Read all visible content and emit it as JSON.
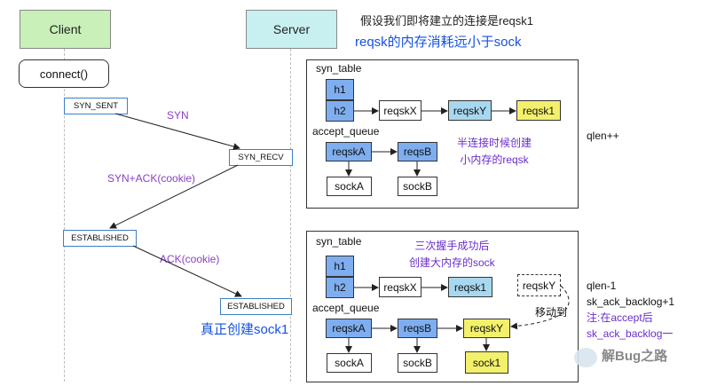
{
  "header": {
    "client": "Client",
    "server": "Server",
    "line1": "假设我们即将建立的连接是reqsk1",
    "line2": "reqsk的内存消耗远小于sock"
  },
  "client": {
    "connect": "connect()",
    "states": [
      "SYN_SENT",
      "ESTABLISHED"
    ]
  },
  "server": {
    "states": [
      "SYN_RECV",
      "ESTABLISHED"
    ],
    "caption": "真正创建sock1"
  },
  "messages": [
    "SYN",
    "SYN+ACK(cookie)",
    "ACK(cookie)"
  ],
  "panel1": {
    "syn_table": "syn_table",
    "accept_queue": "accept_queue",
    "h1": "h1",
    "h2": "h2",
    "chain": [
      "reqskX",
      "reqskY",
      "reqsk1"
    ],
    "queue": [
      "reqskA",
      "reqsB"
    ],
    "socks": [
      "sockA",
      "sockB"
    ],
    "note": [
      "半连接时候创建",
      "小内存的reqsk"
    ],
    "side": "qlen++"
  },
  "panel2": {
    "syn_table": "syn_table",
    "accept_queue": "accept_queue",
    "h1": "h1",
    "h2": "h2",
    "chain": [
      "reqskX",
      "reqsk1"
    ],
    "moved": "reqskY",
    "move_label": "移动到",
    "queue": [
      "reqskA",
      "reqsB",
      "reqskY"
    ],
    "socks": [
      "sockA",
      "sockB",
      "sock1"
    ],
    "note": [
      "三次握手成功后",
      "创建大内存的sock"
    ],
    "side": [
      "qlen-1",
      "sk_ack_backlog+1",
      "注:在accept后",
      "sk_ack_backlog一"
    ]
  },
  "watermark": "解Bug之路"
}
